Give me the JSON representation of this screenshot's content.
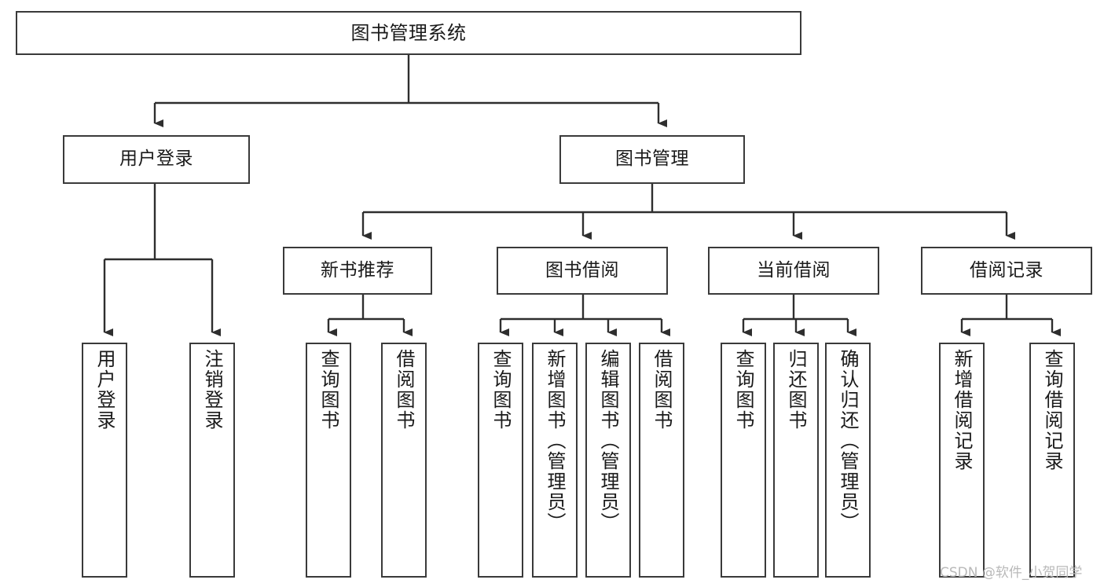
{
  "diagram": {
    "title": "图书管理系统",
    "type": "function-structure-tree",
    "stroke_color": "#3a3a3a",
    "fill_color": "#ffffff",
    "text_color": "#1a1a1a",
    "watermark": "CSDN @软件_小贺同学"
  },
  "nodes": {
    "root": {
      "label": "图书管理系统"
    },
    "level2": [
      {
        "id": "user-login",
        "label": "用户登录"
      },
      {
        "id": "book-manage",
        "label": "图书管理"
      }
    ],
    "level3": [
      {
        "id": "new-book-recommend",
        "label": "新书推荐"
      },
      {
        "id": "book-borrow",
        "label": "图书借阅"
      },
      {
        "id": "current-borrow",
        "label": "当前借阅"
      },
      {
        "id": "borrow-record",
        "label": "借阅记录"
      }
    ],
    "leaves": {
      "user_login": [
        {
          "id": "leaf-user-login",
          "label": "用户登录"
        },
        {
          "id": "leaf-logout-login",
          "label": "注销登录"
        }
      ],
      "new_book_recommend": [
        {
          "id": "leaf-query-book-1",
          "label": "查询图书"
        },
        {
          "id": "leaf-borrow-book-1",
          "label": "借阅图书"
        }
      ],
      "book_borrow": [
        {
          "id": "leaf-query-book-2",
          "label": "查询图书"
        },
        {
          "id": "leaf-add-book",
          "label": "新增图书（管理员）"
        },
        {
          "id": "leaf-edit-book",
          "label": "编辑图书（管理员）"
        },
        {
          "id": "leaf-borrow-book-2",
          "label": "借阅图书"
        }
      ],
      "current_borrow": [
        {
          "id": "leaf-query-book-3",
          "label": "查询图书"
        },
        {
          "id": "leaf-return-book",
          "label": "归还图书"
        },
        {
          "id": "leaf-confirm-return",
          "label": "确认归还（管理员）"
        }
      ],
      "borrow_record": [
        {
          "id": "leaf-add-record",
          "label": "新增借阅记录"
        },
        {
          "id": "leaf-query-record",
          "label": "查询借阅记录"
        }
      ]
    }
  }
}
